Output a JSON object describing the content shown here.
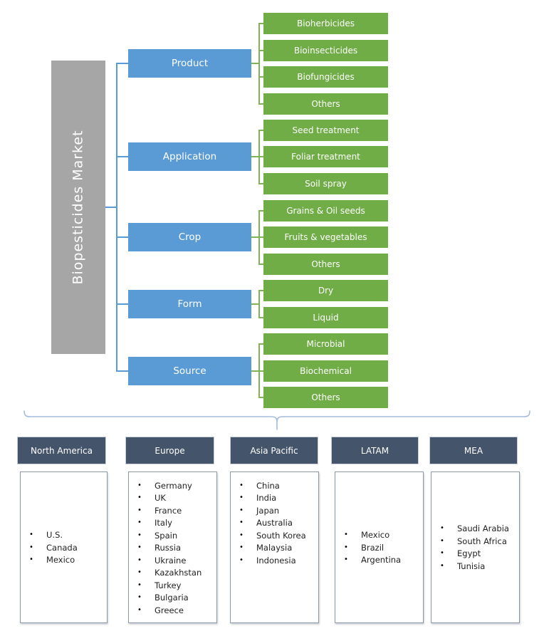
{
  "root": {
    "label": "Biopesticides Market"
  },
  "tree": {
    "groups": [
      {
        "label": "Product",
        "items": [
          "Bioherbicides",
          "Bioinsecticides",
          "Biofungicides",
          "Others"
        ]
      },
      {
        "label": "Application",
        "items": [
          "Seed treatment",
          "Foliar treatment",
          "Soil spray"
        ]
      },
      {
        "label": "Crop",
        "items": [
          "Grains & Oil seeds",
          "Fruits & vegetables",
          "Others"
        ]
      },
      {
        "label": "Form",
        "items": [
          "Dry",
          "Liquid"
        ]
      },
      {
        "label": "Source",
        "items": [
          "Microbial",
          "Biochemical",
          "Others"
        ]
      }
    ]
  },
  "regions": [
    {
      "label": "North America",
      "countries": [
        "U.S.",
        "Canada",
        "Mexico"
      ]
    },
    {
      "label": "Europe",
      "countries": [
        "Germany",
        "UK",
        "France",
        "Italy",
        "Spain",
        "Russia",
        "Ukraine",
        "Kazakhstan",
        "Turkey",
        "Bulgaria",
        "Greece"
      ]
    },
    {
      "label": "Asia Pacific",
      "countries": [
        "China",
        "India",
        "Japan",
        "Australia",
        "South Korea",
        "Malaysia",
        "Indonesia"
      ]
    },
    {
      "label": "LATAM",
      "countries": [
        "Mexico",
        "Brazil",
        "Argentina"
      ]
    },
    {
      "label": "MEA",
      "countries": [
        "Saudi Arabia",
        "South Africa",
        "Egypt",
        "Tunisia"
      ]
    }
  ],
  "ui": {
    "bullet": "•"
  },
  "colors": {
    "blue": "#5b9bd5",
    "green": "#70ad47",
    "green-line": "#7fb353",
    "gray": "#a6a6a6",
    "slate": "#44546a",
    "brace": "#a5bbde"
  }
}
